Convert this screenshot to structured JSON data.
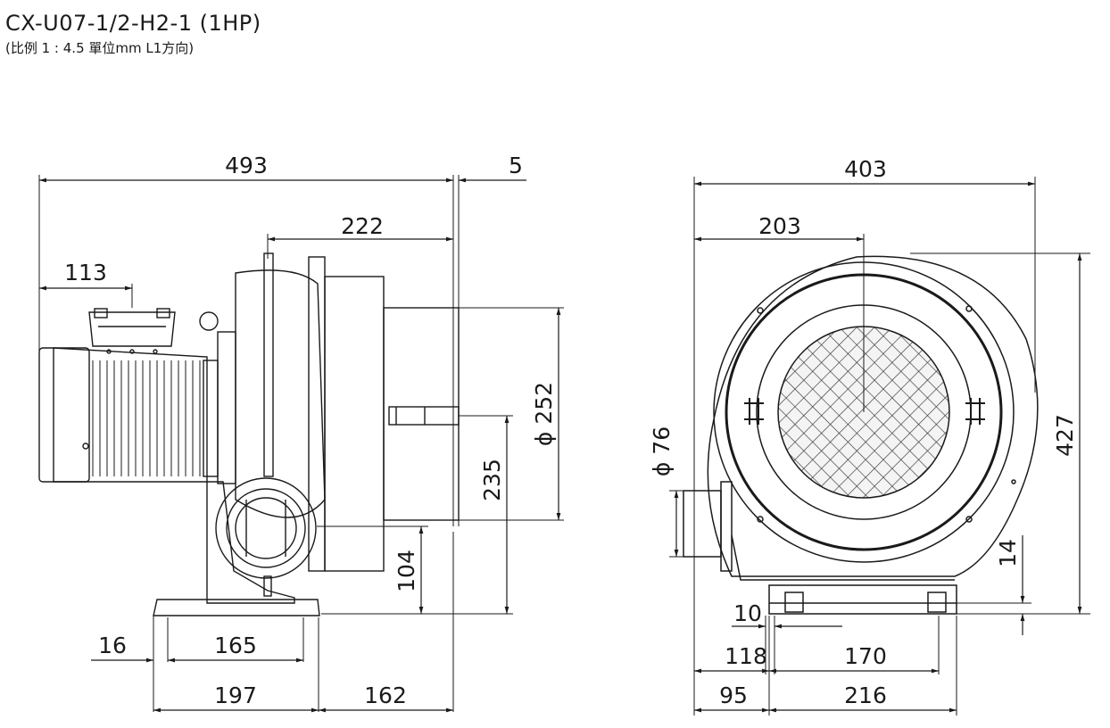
{
  "drawing": {
    "title": "CX-U07-1/2-H2-1 (1HP)",
    "subtitle": "(比例 1 : 4.5 單位mm L1方向)"
  },
  "side_view": {
    "overall_length": "493",
    "offset": "5",
    "outlet_length": "222",
    "motor_box_offset": "113",
    "outlet_diameter": "ϕ 252",
    "outlet_center_height": "235",
    "inlet_center_height": "104",
    "base_edge": "16",
    "base_hole_spacing": "165",
    "base_length": "197",
    "base_to_face": "162"
  },
  "front_view": {
    "overall_width": "403",
    "center_offset": "203",
    "overall_height": "427",
    "inlet_diameter": "ϕ 76",
    "base_thickness": "14",
    "hole_diameter": "10",
    "left_to_hole": "118",
    "hole_spacing": "170",
    "left_to_base": "95",
    "base_width": "216"
  }
}
